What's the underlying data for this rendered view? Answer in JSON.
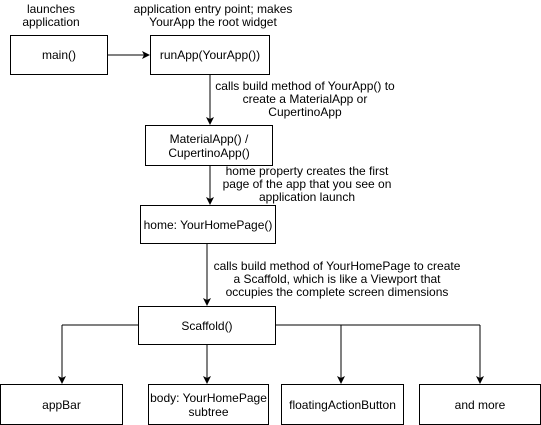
{
  "boxes": {
    "main": "main()",
    "run_app": "runApp(YourApp())",
    "material_app": [
      "MaterialApp() /",
      "CupertinoApp()"
    ],
    "home": "home: YourHomePage()",
    "scaffold": "Scaffold()",
    "app_bar": "appBar",
    "body": [
      "body: YourHomePage",
      "subtree"
    ],
    "fab": "floatingActionButton",
    "more": "and more"
  },
  "notes": {
    "launches": [
      "launches",
      "application"
    ],
    "entry_point": [
      "application entry point; makes",
      "YourApp the root widget"
    ],
    "calls_build_yourapp": [
      "calls build method of YourApp() to",
      "create a MaterialApp or",
      "CupertinoApp"
    ],
    "home_property": [
      "home property creates the first",
      "page of the app that you see on",
      "application launch"
    ],
    "calls_build_homepage": [
      "calls build method of YourHomePage to create",
      "a Scaffold, which is like a Viewport that",
      "occupies the complete screen dimensions"
    ]
  },
  "colors": {
    "stroke": "#000000",
    "background": "#ffffff"
  }
}
